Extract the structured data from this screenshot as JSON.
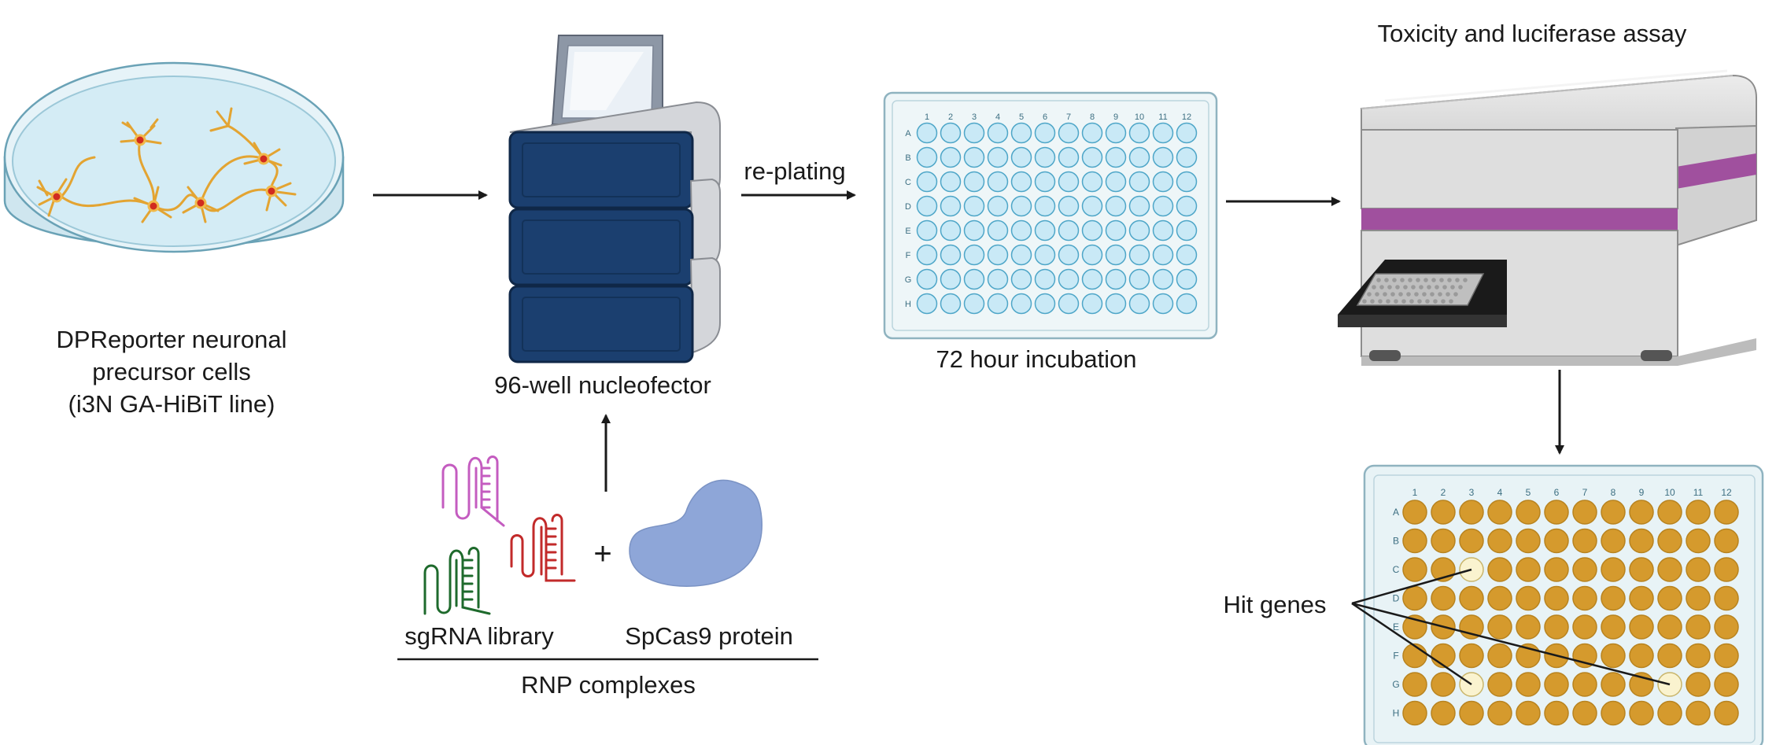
{
  "labels": {
    "cells_line1": "DPReporter neuronal",
    "cells_line2": "precursor cells",
    "cells_line3": "(i3N GA-HiBiT line)",
    "nucleofector": "96-well nucleofector",
    "replating": "re-plating",
    "incubation": "72 hour incubation",
    "assay": "Toxicity and luciferase assay",
    "sgrna": "sgRNA library",
    "plus": "+",
    "spcas9": "SpCas9 protein",
    "rnp": "RNP complexes",
    "hit_genes": "Hit genes"
  },
  "plate_rows": [
    "A",
    "B",
    "C",
    "D",
    "E",
    "F",
    "G",
    "H"
  ],
  "plate_cols": [
    "1",
    "2",
    "3",
    "4",
    "5",
    "6",
    "7",
    "8",
    "9",
    "10",
    "11",
    "12"
  ],
  "hit_wells": [
    {
      "row": "C",
      "col": "3"
    },
    {
      "row": "G",
      "col": "3"
    },
    {
      "row": "G",
      "col": "10"
    }
  ],
  "colors": {
    "arrow": "#1a1a1a",
    "dish_fill": "#d8eef6",
    "neuron": "#e3a432",
    "neuron_nucleus": "#d12b1f",
    "nucleofector_panel": "#1b3f6f",
    "nucleofector_body": "#d4d6da",
    "well_blue": "#c9e9f6",
    "well_stroke": "#4ea6c8",
    "plate_fill": "#eef6f8",
    "well_gold": "#d59a2d",
    "well_hit": "#faf3cf",
    "reader_body": "#dedede",
    "reader_band": "#a0509e",
    "sgrna_pink": "#c45cc0",
    "sgrna_red": "#c22a2a",
    "sgrna_green": "#1e6a2c",
    "cas9": "#8ea6d8"
  }
}
